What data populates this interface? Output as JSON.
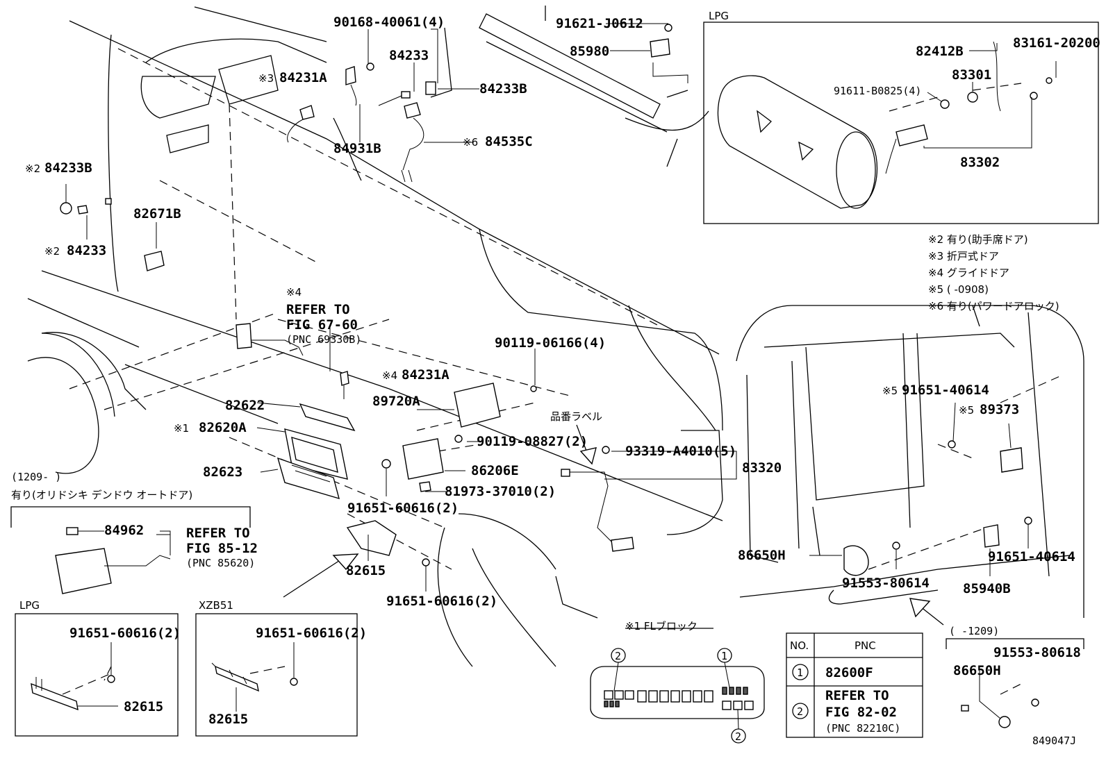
{
  "diagram_code": "849047J",
  "insets": {
    "lpg_top": {
      "title": "LPG"
    },
    "lpg_bottom": {
      "title": "LPG"
    },
    "xzb51": {
      "title": "XZB51"
    }
  },
  "parts": {
    "p90168": "90168-40061(4)",
    "p84233_top": "84233",
    "p84233b_top": "84233B",
    "p84231a_top": "84231A",
    "p84931b": "84931B",
    "p84535c": "84535C",
    "p84233b_left": "84233B",
    "p84233_left": "84233",
    "p82671b": "82671B",
    "p91621": "91621-J0612",
    "p85980": "85980",
    "p82412b": "82412B",
    "p83161": "83161-20200",
    "p83301": "83301",
    "p91611": "91611-B0825(4)",
    "p83302": "83302",
    "p84231a_mid": "84231A",
    "p90119_06166": "90119-06166(4)",
    "p89720a": "89720A",
    "p82622": "82622",
    "p82620a": "82620A",
    "p82623": "82623",
    "p90119_08827": "90119-08827(2)",
    "p86206e": "86206E",
    "p81973": "81973-37010(2)",
    "p91651_60616_mid": "91651-60616(2)",
    "p93319": "93319-A4010(5)",
    "p83320": "83320",
    "p91651_40614_a": "91651-40614",
    "p89373": "89373",
    "p91651_40614_b": "91651-40614",
    "p86650h": "86650H",
    "p91553_80614": "91553-80614",
    "p85940b": "85940B",
    "p84962": "84962",
    "p82615_main": "82615",
    "p91651_60616_main": "91651-60616(2)",
    "p91651_60616_lpg": "91651-60616(2)",
    "p82615_lpg": "82615",
    "p91651_60616_xzb": "91651-60616(2)",
    "p82615_xzb": "82615",
    "p91553_80618": "91553-80618",
    "p86650h_b": "86650H"
  },
  "marks": {
    "m3": "※3",
    "m6": "※6",
    "m2a": "※2",
    "m2b": "※2",
    "m4a": "※4",
    "m4b": "※4",
    "m1": "※1",
    "m5a": "※5",
    "m5b": "※5"
  },
  "refer_fig67": {
    "line1": "REFER TO",
    "line2": "FIG 67-60",
    "line3": "(PNC 69330B)"
  },
  "refer_fig85": {
    "line1": "REFER TO",
    "line2": "FIG 85-12",
    "line3": "(PNC 85620)"
  },
  "auto_door": {
    "range": "(1209-      )",
    "label": "有り(オリドシキ デンドウ オートドア)"
  },
  "part_label_tag": "品番ラベル",
  "legend_notes": [
    "※2  有り(助手席ドア)",
    "※3  折戸式ドア",
    "※4  グライドドア",
    "※5  (      -0908)",
    "※6  有り(パワードアロック)"
  ],
  "fl_block": {
    "title": "※1 FLブロック",
    "callout1": "1",
    "callout2a": "2",
    "callout2b": "2"
  },
  "pnc_table": {
    "header_no": "NO.",
    "header_pnc": "PNC",
    "row1_no": "1",
    "row1_pnc": "82600F",
    "row2_no": "2",
    "row2_line1": "REFER TO",
    "row2_line2": "FIG 82-02",
    "row2_line3": "(PNC 82210C)"
  },
  "range_1209": "(      -1209)"
}
